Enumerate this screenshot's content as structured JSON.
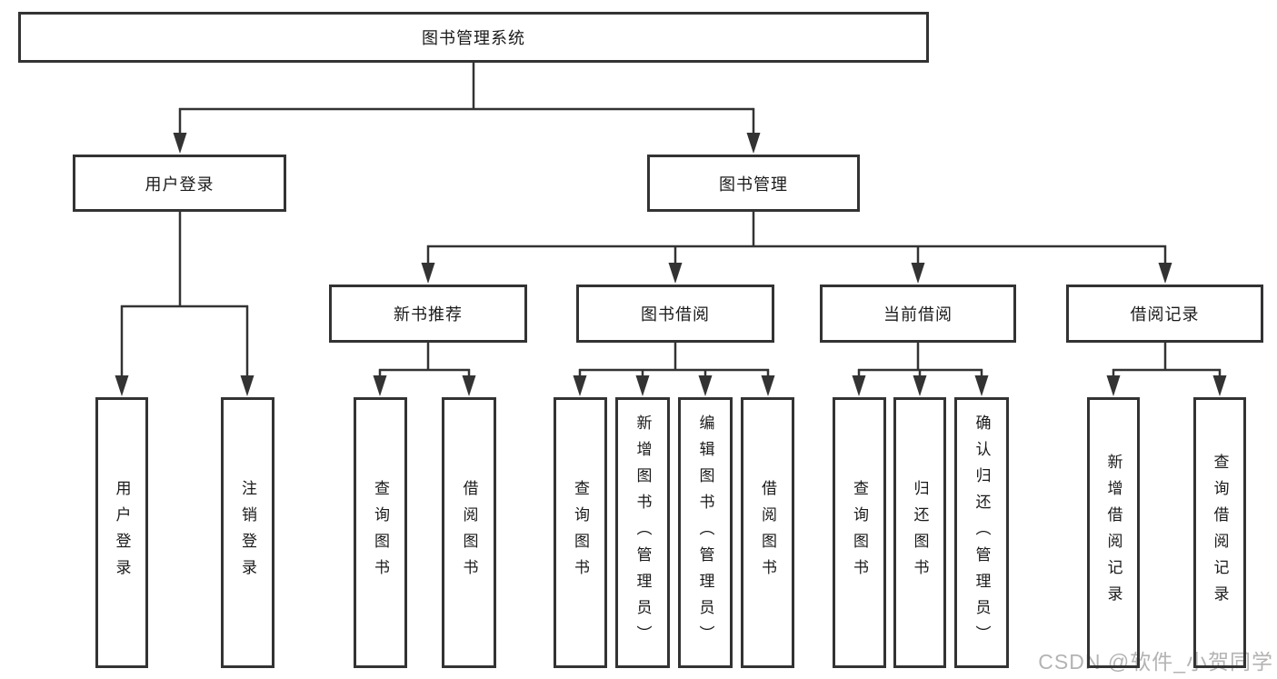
{
  "tree": {
    "root": {
      "label": "图书管理系统",
      "children": [
        {
          "label": "用户登录",
          "children": [
            {
              "label": "用户登录"
            },
            {
              "label": "注销登录"
            }
          ]
        },
        {
          "label": "图书管理",
          "children": [
            {
              "label": "新书推荐",
              "children": [
                {
                  "label": "查询图书"
                },
                {
                  "label": "借阅图书"
                }
              ]
            },
            {
              "label": "图书借阅",
              "children": [
                {
                  "label": "查询图书"
                },
                {
                  "label": "新增图书（管理员）"
                },
                {
                  "label": "编辑图书（管理员）"
                },
                {
                  "label": "借阅图书"
                }
              ]
            },
            {
              "label": "当前借阅",
              "children": [
                {
                  "label": "查询图书"
                },
                {
                  "label": "归还图书"
                },
                {
                  "label": "确认归还（管理员）"
                }
              ]
            },
            {
              "label": "借阅记录",
              "children": [
                {
                  "label": "新增借阅记录"
                },
                {
                  "label": "查询借阅记录"
                }
              ]
            }
          ]
        }
      ]
    }
  },
  "watermark": {
    "text": "CSDN @软件_小贺同学"
  },
  "colors": {
    "line": "#333333",
    "text": "#1a1a1a",
    "watermark": "#b3b3b3",
    "background": "#ffffff"
  }
}
